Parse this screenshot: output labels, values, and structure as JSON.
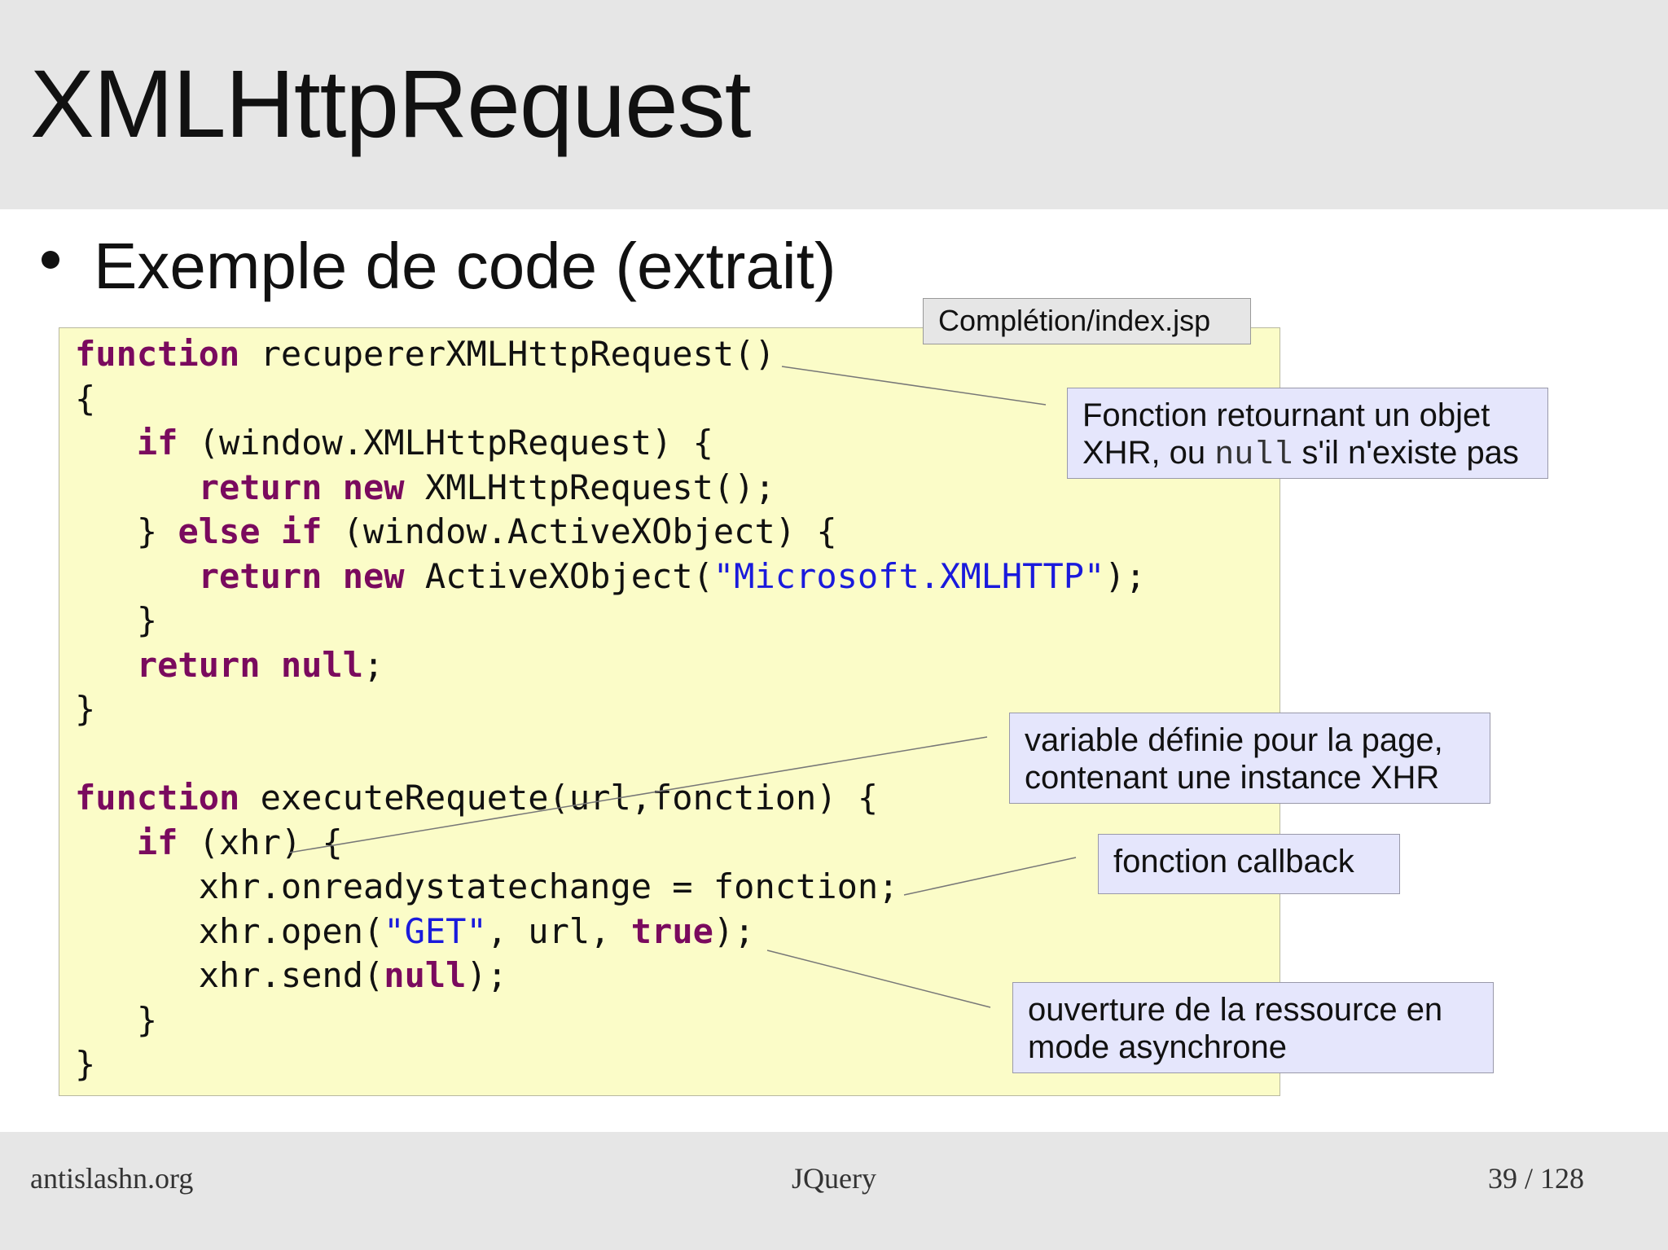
{
  "slide": {
    "title": "XMLHttpRequest",
    "bullet": "Exemple de code (extrait)",
    "file_tag": "Complétion/index.jsp"
  },
  "notes": {
    "xhr_function_prefix": "Fonction retournant un objet XHR, ou ",
    "xhr_function_code": "null",
    "xhr_function_suffix": " s'il n'existe pas",
    "xhr_variable": "variable définie pour la page, contenant une instance XHR",
    "callback": "fonction callback",
    "async_open": "ouverture de la ressource en mode asynchrone"
  },
  "code": {
    "l1_kw": "function",
    "l1_rest": " recupererXMLHttpRequest()",
    "l2": "{",
    "l3_indent": "   ",
    "l3_kw": "if",
    "l3_rest": " (window.XMLHttpRequest) {",
    "l4_indent": "      ",
    "l4_kw": "return new",
    "l4_rest": " XMLHttpRequest();",
    "l5_a": "   } ",
    "l5_kw": "else if",
    "l5_rest": " (window.ActiveXObject) {",
    "l6_indent": "      ",
    "l6_kw": "return new",
    "l6_mid": " ActiveXObject(",
    "l6_str": "\"Microsoft.XMLHTTP\"",
    "l6_end": ");",
    "l7": "   }",
    "l8_indent": "   ",
    "l8_kw": "return null",
    "l8_end": ";",
    "l9": "}",
    "l11_kw": "function",
    "l11_rest": " executeRequete(url,fonction) {",
    "l12_indent": "   ",
    "l12_kw": "if",
    "l12_rest": " (xhr) {",
    "l13": "      xhr.onreadystatechange = fonction;",
    "l14_a": "      xhr.open(",
    "l14_str": "\"GET\"",
    "l14_b": ", url, ",
    "l14_kw": "true",
    "l14_end": ");",
    "l15_a": "      xhr.send(",
    "l15_kw": "null",
    "l15_end": ");",
    "l16": "   }",
    "l17": "}"
  },
  "footer": {
    "left": "antislashn.org",
    "center": "JQuery",
    "page": "39 / 128"
  },
  "colors": {
    "header_bg": "#e6e6e6",
    "code_bg": "#fbfcc8",
    "keyword": "#7a0a5e",
    "string": "#1a1adc",
    "note_bg": "#e5e6fc"
  }
}
